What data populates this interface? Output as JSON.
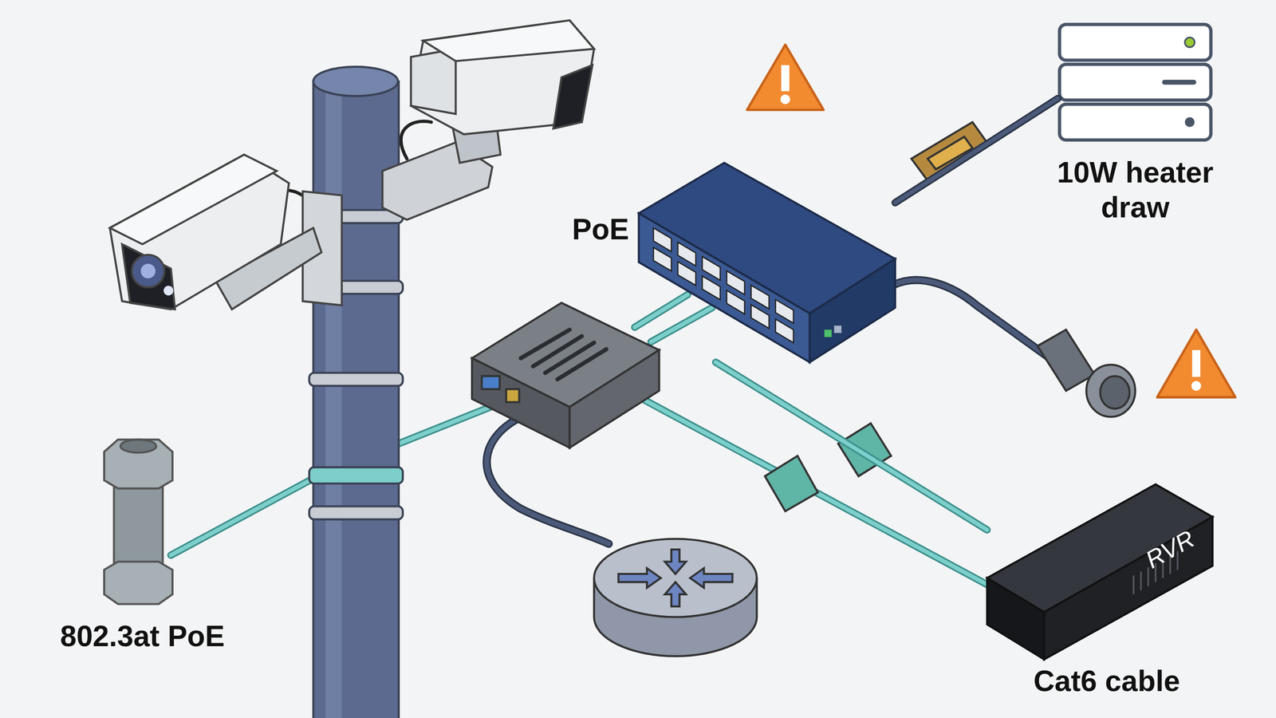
{
  "diagram": {
    "nodes": [
      {
        "text": [
          "PoE"
        ]
      },
      {
        "text": [
          "10W heater draw"
        ]
      },
      {
        "text": [
          "RVR"
        ]
      }
    ],
    "edges": [
      {
        "from": 0,
        "to": 1,
        "arrow": "none"
      },
      {
        "from": 0,
        "to": 2,
        "arrow": "none"
      }
    ],
    "labels": [
      "802.3at PoE",
      "Cat6 cable"
    ]
  }
}
